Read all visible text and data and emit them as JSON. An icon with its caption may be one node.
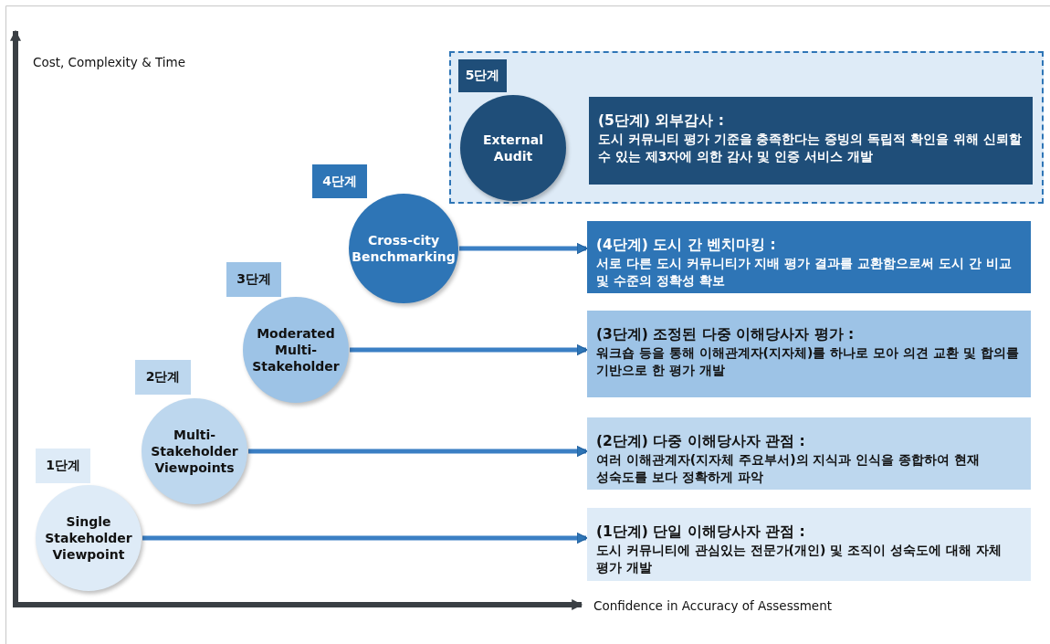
{
  "diagram": {
    "nodes": [
      {
        "text": [],
        "shape": "box"
      },
      {
        "text": [
          "5단계"
        ],
        "in": 0
      },
      {
        "text": [
          "External Audit"
        ],
        "in": 0
      },
      {
        "text": [
          "(5단계) 외부감사 :",
          "도시 커뮤니티 평가 기준을 충족한다는 증빙의 독립적 확인을 위해 신뢰할 수 있는 제3자에 의한 감사 및 인증 서비스 개발"
        ],
        "in": 0
      },
      {
        "text": [
          "4단계"
        ]
      },
      {
        "text": [
          "Cross-city Benchmarking"
        ]
      },
      {
        "text": [
          "(4단계) 도시 간 벤치마킹 :",
          "서로 다른 도시 커뮤니티가 지배 평가 결과를 교환함으로써 도시 간 비교 및 수준의 정확성 확보"
        ]
      },
      {
        "text": [
          "3단계"
        ]
      },
      {
        "text": [
          "Moderated Multi- Stakeholder"
        ]
      },
      {
        "text": [
          "(3단계) 조정된 다중 이해당사자 평가 :",
          "워크숍 등을 통해 이해관계자(지자체)를 하나로 모아 의견 교환 및 합의를 기반으로 한 평가 개발"
        ]
      },
      {
        "text": [
          "2단계"
        ]
      },
      {
        "text": [
          "Multi- Stakeholder Viewpoints"
        ]
      },
      {
        "text": [
          "(2단계) 다중 이해당사자 관점 :",
          "여러 이해관계자(지자체 주요부서)의 지식과 인식을 종합하여 현재 성숙도를 보다 정확하게 파악"
        ]
      },
      {
        "text": [
          "1단계"
        ]
      },
      {
        "text": [
          "Single Stakeholder Viewpoint"
        ]
      },
      {
        "text": [
          "(1단계) 단일 이해당사자 관점 :",
          "도시 커뮤니티에 관심있는 전문가(개인) 및 조직이 성숙도에 대해 자체 평가 개발"
        ]
      }
    ],
    "edges": [
      {
        "from": 5,
        "to": 6,
        "arrow": "to"
      },
      {
        "from": 8,
        "to": 9,
        "arrow": "to"
      },
      {
        "from": 11,
        "to": 12,
        "arrow": "to"
      },
      {
        "from": 14,
        "to": 15,
        "arrow": "to"
      }
    ],
    "labels": [
      "Cost, Complexity & Time",
      "Confidence in Accuracy of Assessment"
    ]
  }
}
